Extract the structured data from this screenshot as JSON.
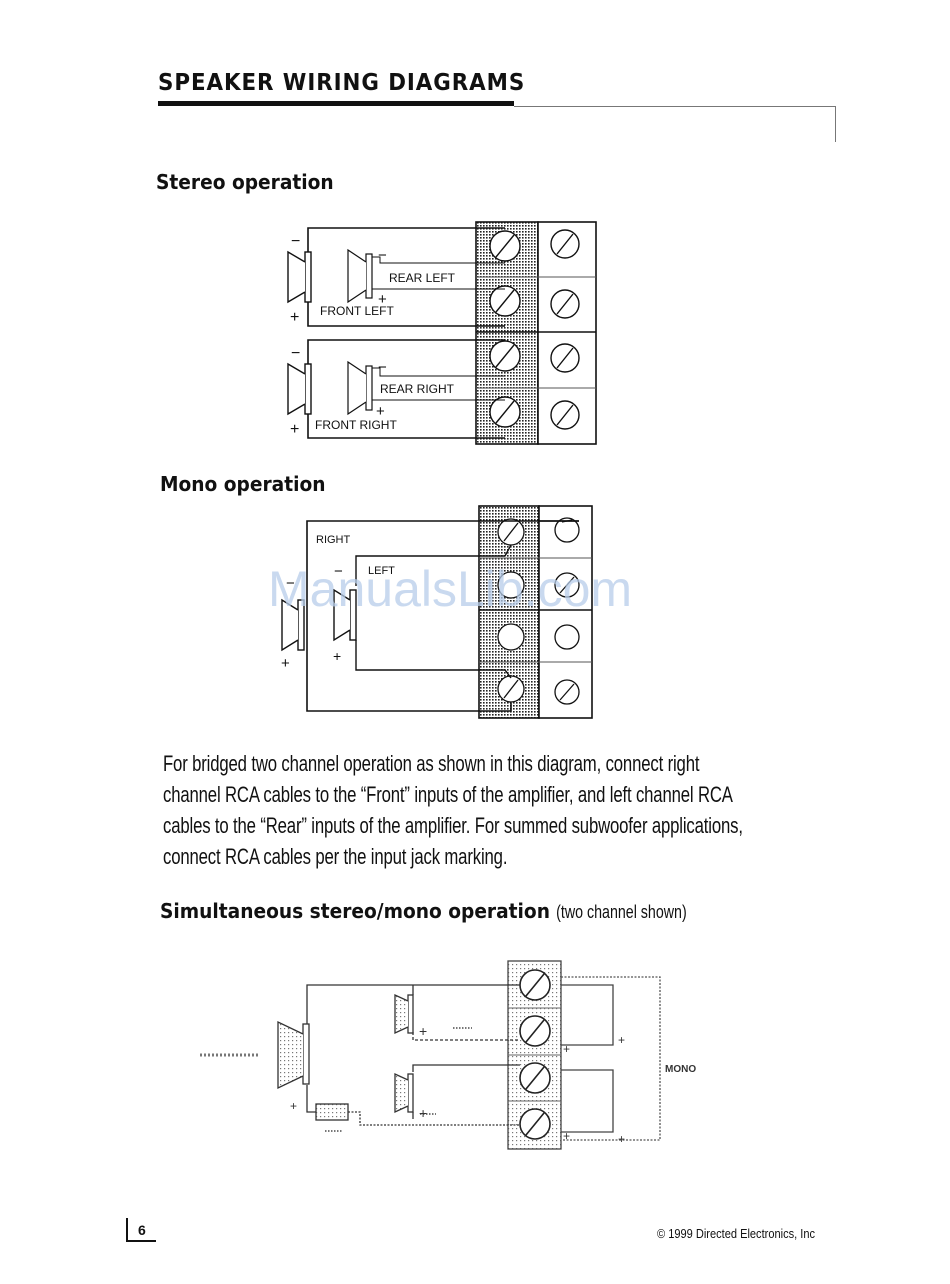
{
  "page": {
    "title": "SPEAKER WIRING DIAGRAMS",
    "sections": {
      "stereo": {
        "heading": "Stereo operation",
        "labels": {
          "rear_left": "REAR LEFT",
          "front_left": "FRONT LEFT",
          "rear_right": "REAR RIGHT",
          "front_right": "FRONT  RIGHT",
          "minus": "−",
          "plus": "+"
        }
      },
      "mono": {
        "heading": "Mono operation",
        "labels": {
          "right": "RIGHT",
          "left": "LEFT",
          "minus": "−",
          "plus": "+"
        }
      },
      "bridged_text": "For bridged two channel operation as shown in this diagram, connect right channel RCA cables to the “Front” inputs of the amplifier, and left channel RCA cables to the “Rear” inputs of the amplifier. For summed subwoofer applications,  connect RCA cables per the input jack marking.",
      "simultaneous": {
        "heading_bold": "Simultaneous stereo/mono operation",
        "heading_normal": "(two channel shown)",
        "labels": {
          "mono": "MONO"
        }
      }
    },
    "watermark": "ManualsLib.com",
    "footer": {
      "page_number": "6",
      "copyright": "© 1999 Directed Electronics, Inc"
    }
  }
}
